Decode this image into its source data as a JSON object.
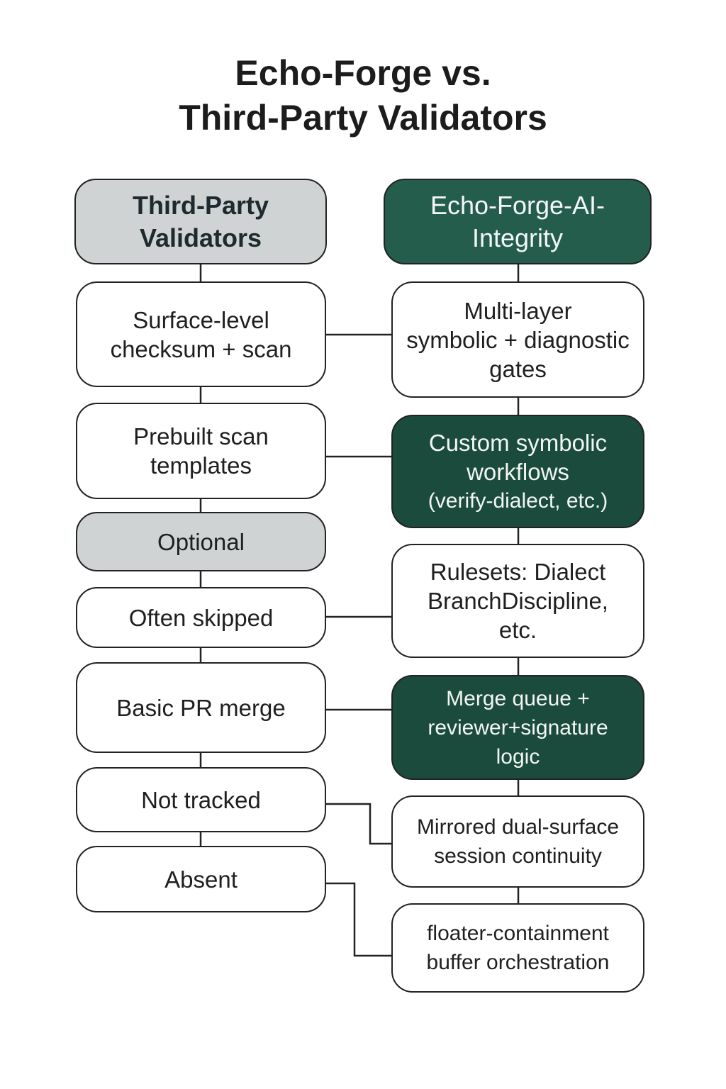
{
  "title": {
    "line1": "Echo-Forge vs.",
    "line2": "Third-Party Validators"
  },
  "left_column": {
    "header": {
      "line1": "Third-Party",
      "line2": "Validators"
    },
    "items": [
      {
        "line1": "Surface-level",
        "line2": "checksum + scan"
      },
      {
        "line1": "Prebuilt scan",
        "line2": "templates"
      },
      {
        "line1": "Optional"
      },
      {
        "line1": "Often skipped"
      },
      {
        "line1": "Basic PR merge"
      },
      {
        "line1": "Not tracked"
      },
      {
        "line1": "Absent"
      }
    ]
  },
  "right_column": {
    "header": {
      "line1": "Echo-Forge-AI-",
      "line2": "Integrity"
    },
    "items": [
      {
        "line1": "Multi-layer",
        "line2": "symbolic + diagnostic",
        "line3": "gates"
      },
      {
        "line1": "Custom symbolic",
        "line2": "workflows",
        "line3": "(verify-dialect, etc.)"
      },
      {
        "line1": "Rulesets: Dialect",
        "line2": "BranchDiscipline,",
        "line3": "etc."
      },
      {
        "line1": "Merge queue +",
        "line2": "reviewer+signature",
        "line3": "logic"
      },
      {
        "line1": "Mirrored dual-surface",
        "line2": "session continuity"
      },
      {
        "line1": "floater-containment",
        "line2": "buffer orchestration"
      }
    ]
  },
  "colors": {
    "left_header_fill": "#cfd3d4",
    "right_header_fill": "#245d4c",
    "dark_green_fill": "#1b4b3c",
    "outline": "#222222"
  }
}
